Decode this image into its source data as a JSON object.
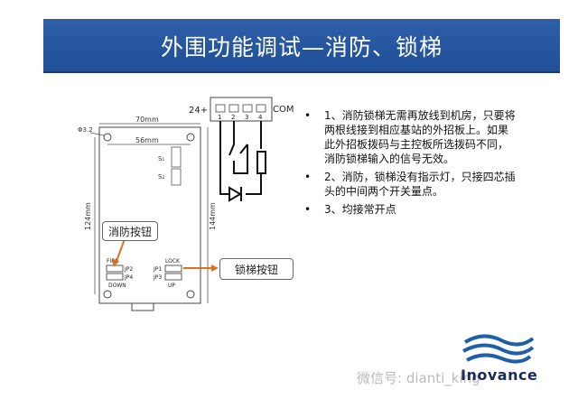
{
  "slide": {
    "title": "外围功能调试—消防、锁梯"
  },
  "board": {
    "width_dim": "70mm",
    "inner_dim": "56mm",
    "height_dim": "124mm",
    "height_dim2": "144mm",
    "hole_label": "Φ3.2",
    "sw_label_1": "S₁",
    "sw_label_2": "S₂",
    "jp_fire": "FIRE",
    "jp2": "JP2",
    "jp4": "JP4",
    "down": "DOWN",
    "jp1_lock": "LOCK",
    "jp1": "JP1",
    "jp3": "JP3",
    "up": "UP"
  },
  "circuit": {
    "v24": "24+",
    "com": "COM",
    "pins": [
      "1",
      "2",
      "3",
      "4"
    ]
  },
  "callouts": {
    "fire_button": "消防按钮",
    "lock_button": "锁梯按钮"
  },
  "bullets": [
    {
      "marker": "•",
      "text": "1、消防锁梯无需再放线到机房，只要将两根线接到相应基站的外招板上。如果此外招板拨码与主控板所选拨码不同，消防锁梯输入的信号无效。"
    },
    {
      "marker": "•",
      "text": "2、消防，锁梯没有指示灯，只接四芯插头的中间两个开关量点。"
    },
    {
      "marker": "•",
      "text": "3、均接常开点"
    }
  ],
  "brand": {
    "logo_text": "Inovance",
    "watermark": "微信号: dianti_king"
  },
  "colors": {
    "title_bg": "#2b5aa3",
    "arrow": "#e07020",
    "logo_blue": "#1f5fa8"
  }
}
